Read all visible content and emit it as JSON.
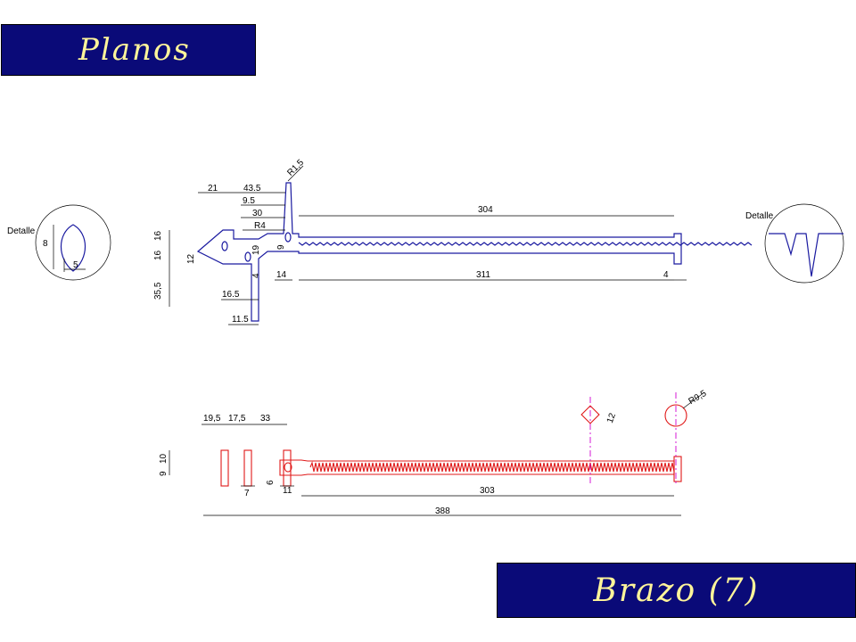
{
  "title": "Planos",
  "subtitle": "Brazo (7)",
  "colors": {
    "banner_bg": "#0a0a78",
    "banner_text": "#fff59a",
    "part_outline": "#1a1aa0",
    "plan_outline": "#e01818",
    "centerline": "#d000d0"
  },
  "detail_left": {
    "label": "Detalle",
    "dims": [
      "8",
      "5"
    ]
  },
  "detail_right": {
    "label": "Detalle"
  },
  "top_view": {
    "dims": [
      "21",
      "43.5",
      "9.5",
      "30",
      "R4",
      "R1,5",
      "304",
      "16",
      "16",
      "12",
      "19",
      "9",
      "35,5",
      "16.5",
      "4",
      "14",
      "311",
      "4",
      "11.5"
    ]
  },
  "bottom_view": {
    "dims": [
      "19,5",
      "17,5",
      "33",
      "9",
      "10",
      "6",
      "7",
      "11",
      "303",
      "388",
      "12",
      "R9,5"
    ]
  }
}
